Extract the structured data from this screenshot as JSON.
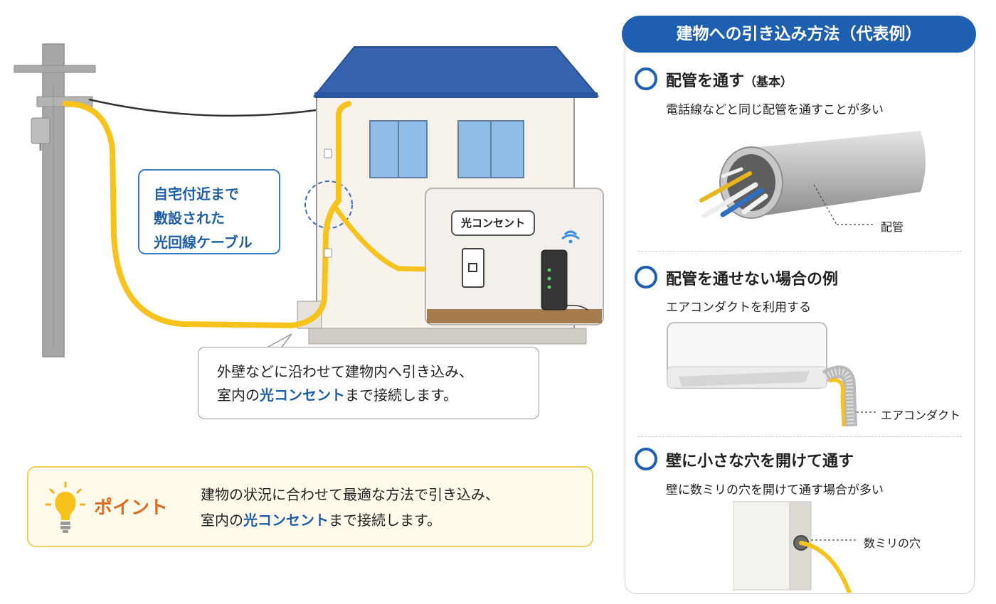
{
  "left": {
    "cable_callout": [
      "自宅付近まで",
      "敷設された",
      "光回線ケーブル"
    ],
    "outlet_label": "光コンセント",
    "wall_callout": {
      "line1": "外壁などに沿わせて建物内へ引き込み、",
      "line2_prefix": "室内の",
      "line2_highlight": "光コンセント",
      "line2_suffix": "まで接続します。"
    }
  },
  "point": {
    "label": "ポイント",
    "line1": "建物の状況に合わせて最適な方法で引き込み、",
    "line2_prefix": "室内の",
    "line2_highlight": "光コンセント",
    "line2_suffix": "まで接続します。"
  },
  "right": {
    "header": "建物への引き込み方法（代表例）",
    "sections": [
      {
        "title": "配管を通す",
        "title_sub": "（基本）",
        "desc": "電話線などと同じ配管を通すことが多い",
        "image_label": "配管"
      },
      {
        "title": "配管を通せない場合の例",
        "desc": "エアコンダクトを利用する",
        "image_label": "エアコンダクト"
      },
      {
        "title": "壁に小さな穴を開けて通す",
        "desc": "壁に数ミリの穴を開けて通す場合が多い",
        "image_label": "数ミリの穴"
      }
    ]
  },
  "colors": {
    "cable": "#f7c21b",
    "accent_blue": "#1e5fb0",
    "roof": "#3563b0",
    "point_orange": "#e06a1f"
  }
}
